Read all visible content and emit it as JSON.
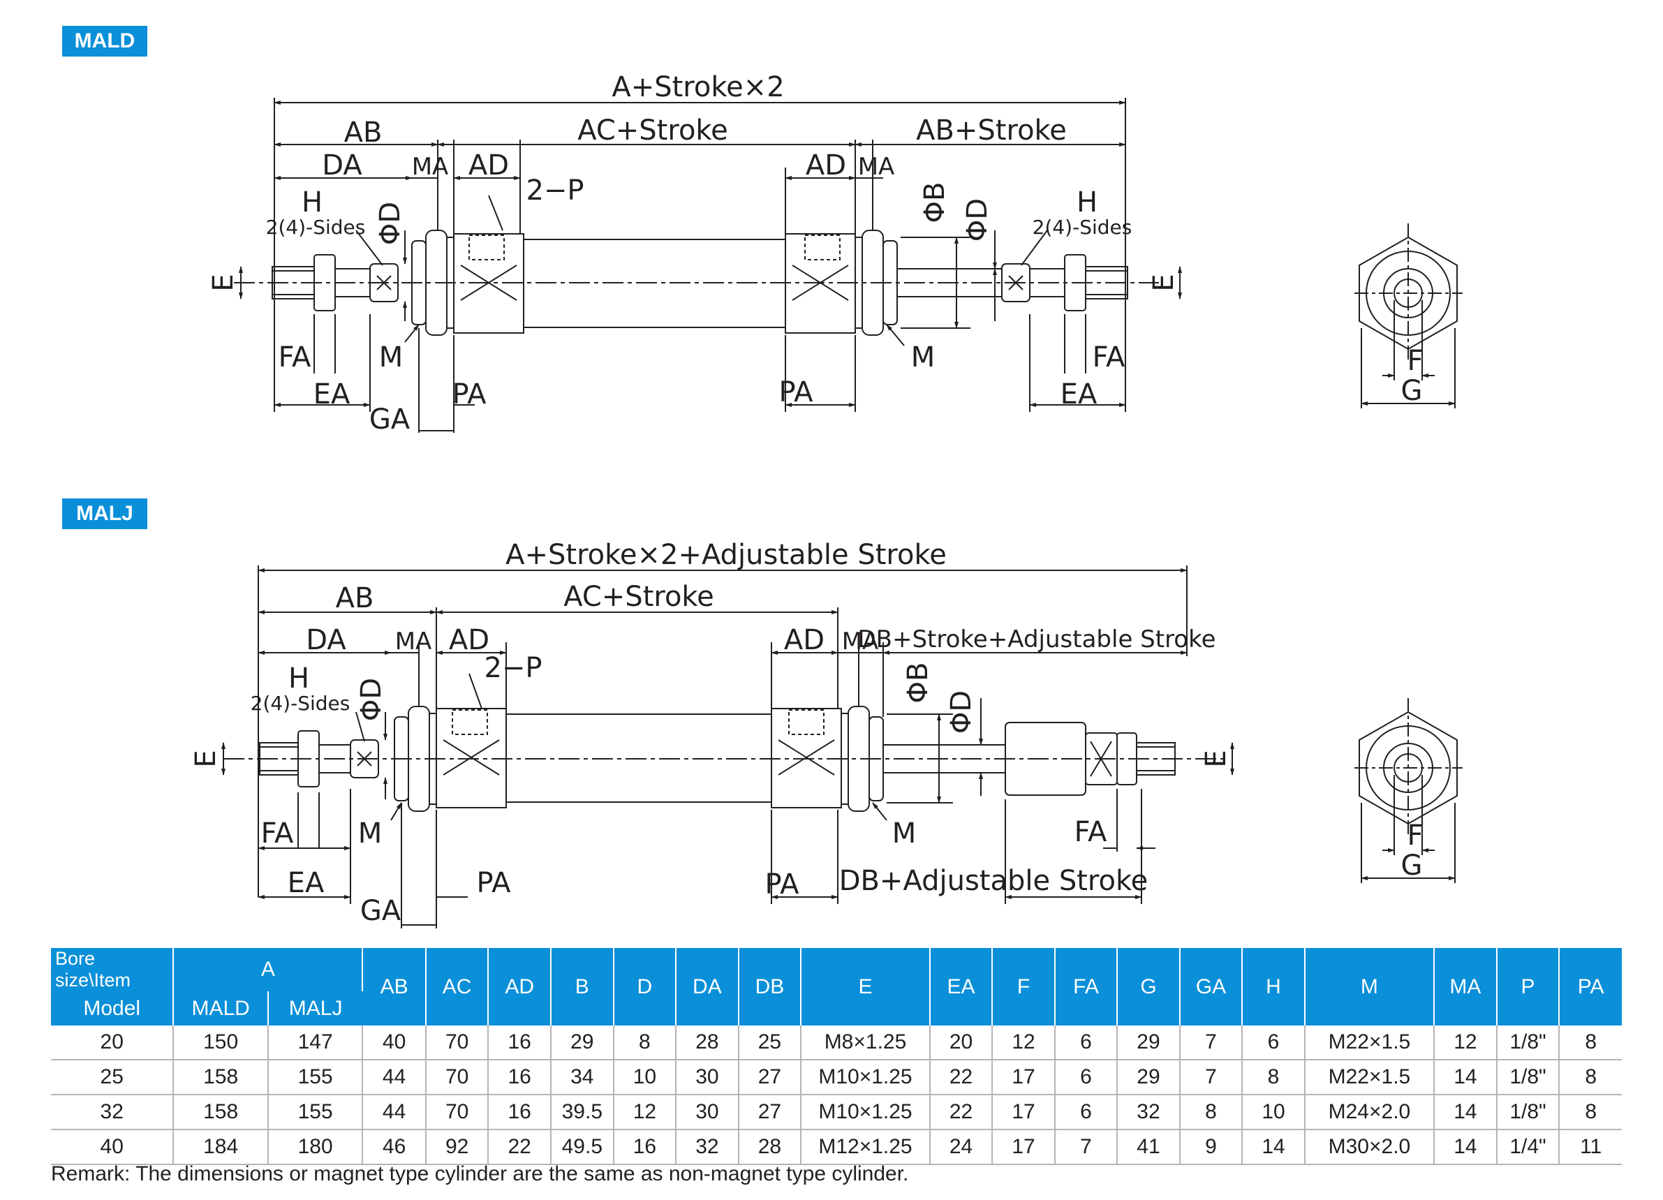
{
  "sections": {
    "mald": {
      "badge": "MALD"
    },
    "malj": {
      "badge": "MALJ"
    }
  },
  "mald_labels": {
    "overall": "A+Stroke×2",
    "ab_left": "AB",
    "ac_stroke": "AC+Stroke",
    "ab_stroke": "AB+Stroke",
    "da": "DA",
    "ma_left": "MA",
    "ad_left": "AD",
    "ad_right": "AD",
    "ma_right": "MA",
    "port": "2−P",
    "h_left": "H",
    "sides_left": "2(4)-Sides",
    "h_right": "H",
    "sides_right": "2(4)-Sides",
    "phi_d_left": "ΦD",
    "phi_b": "ΦB",
    "phi_d_right": "ΦD",
    "e_left": "E",
    "e_right": "E",
    "fa_left": "FA",
    "m_left": "M",
    "ea_left": "EA",
    "pa_left": "PA",
    "ga": "GA",
    "pa_right": "PA",
    "m_right": "M",
    "fa_right": "FA",
    "ea_right": "EA",
    "f": "F",
    "g": "G"
  },
  "malj_labels": {
    "overall": "A+Stroke×2+Adjustable Stroke",
    "ab": "AB",
    "ac_stroke": "AC+Stroke",
    "da": "DA",
    "ma_left": "MA",
    "ad_left": "AD",
    "port": "2−P",
    "ad_right": "AD",
    "ma_right": "MA",
    "db_stroke_adj": "DB+Stroke+Adjustable Stroke",
    "h": "H",
    "sides": "2(4)-Sides",
    "phi_d_left": "ΦD",
    "phi_b": "ΦB",
    "phi_d_right": "ΦD",
    "e_left": "E",
    "e_right": "E",
    "fa_left": "FA",
    "m_left": "M",
    "m_right": "M",
    "fa_right": "FA",
    "ea": "EA",
    "pa_left": "PA",
    "ga": "GA",
    "pa_right": "PA",
    "db_adj": "DB+Adjustable Stroke",
    "f": "F",
    "g": "G"
  },
  "table": {
    "header": {
      "bore_item": "Bore size\\Item",
      "a": "A",
      "model": "Model",
      "mald": "MALD",
      "malj": "MALJ",
      "cols": [
        "AB",
        "AC",
        "AD",
        "B",
        "D",
        "DA",
        "DB",
        "E",
        "EA",
        "F",
        "FA",
        "G",
        "GA",
        "H",
        "M",
        "MA",
        "P",
        "PA"
      ]
    },
    "rows": [
      [
        "20",
        "150",
        "147",
        "40",
        "70",
        "16",
        "29",
        "8",
        "28",
        "25",
        "M8×1.25",
        "20",
        "12",
        "6",
        "29",
        "7",
        "6",
        "M22×1.5",
        "12",
        "1/8\"",
        "8"
      ],
      [
        "25",
        "158",
        "155",
        "44",
        "70",
        "16",
        "34",
        "10",
        "30",
        "27",
        "M10×1.25",
        "22",
        "17",
        "6",
        "29",
        "7",
        "8",
        "M22×1.5",
        "14",
        "1/8\"",
        "8"
      ],
      [
        "32",
        "158",
        "155",
        "44",
        "70",
        "16",
        "39.5",
        "12",
        "30",
        "27",
        "M10×1.25",
        "22",
        "17",
        "6",
        "32",
        "8",
        "10",
        "M24×2.0",
        "14",
        "1/8\"",
        "8"
      ],
      [
        "40",
        "184",
        "180",
        "46",
        "92",
        "22",
        "49.5",
        "16",
        "32",
        "28",
        "M12×1.25",
        "24",
        "17",
        "7",
        "41",
        "9",
        "14",
        "M30×2.0",
        "14",
        "1/4\"",
        "11"
      ]
    ]
  },
  "remark": "Remark: The dimensions or magnet type cylinder are the same as non-magnet type cylinder.",
  "colors": {
    "accent": "#0a8fd9",
    "line": "#231f20"
  }
}
